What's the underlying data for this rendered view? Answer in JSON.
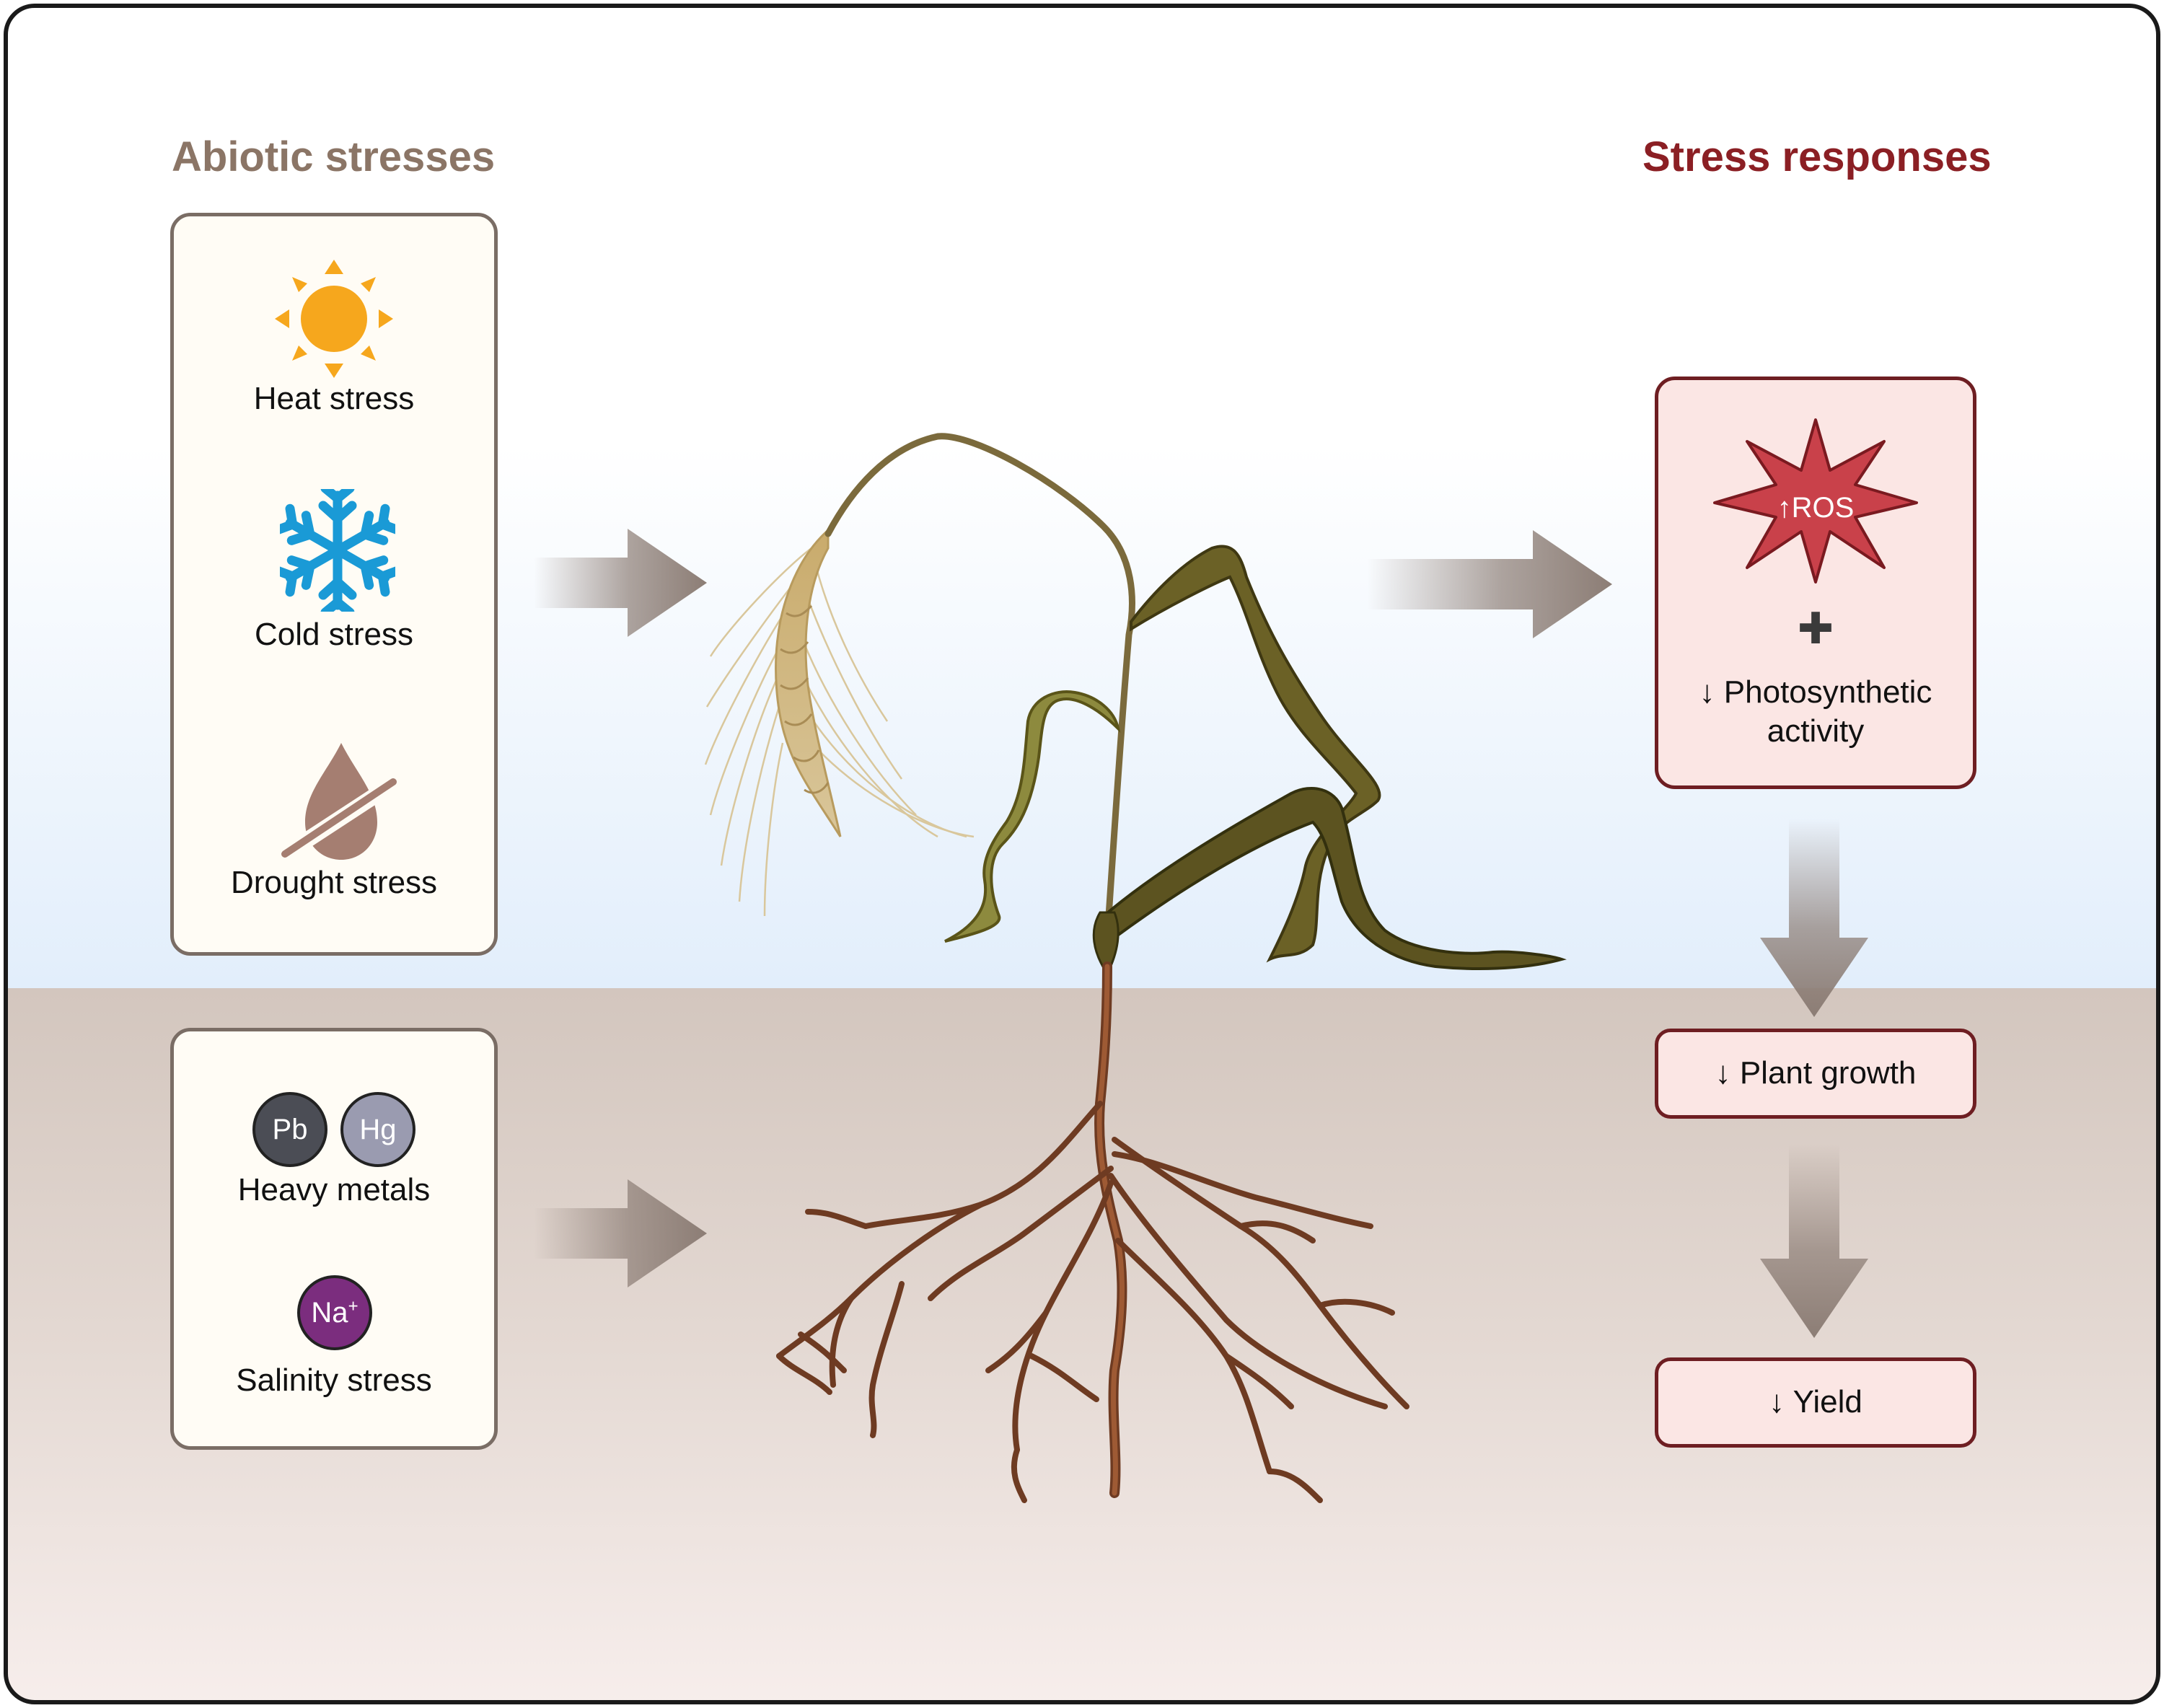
{
  "left_panel": {
    "title": "Abiotic stresses",
    "above_ground": [
      {
        "label": "Heat stress",
        "icon": "sun-icon"
      },
      {
        "label": "Cold stress",
        "icon": "snowflake-icon"
      },
      {
        "label": "Drought stress",
        "icon": "no-water-drop-icon"
      }
    ],
    "below_ground": {
      "metals": [
        {
          "symbol": "Pb",
          "color": "#4b4d55"
        },
        {
          "symbol": "Hg",
          "color": "#9a9bb0"
        }
      ],
      "heavy_metals_label": "Heavy metals",
      "sodium_symbol": "Na",
      "sodium_charge": "+",
      "salinity_label": "Salinity stress"
    }
  },
  "right_panel": {
    "title": "Stress responses",
    "ros_label": "↑ROS",
    "plus_sign": "✚",
    "photosynthesis_label": "↓ Photosynthetic activity",
    "growth_label": "↓ Plant growth",
    "yield_label": "↓ Yield"
  },
  "colors": {
    "abiotic_title": "#8b7566",
    "response_title": "#8b1f24",
    "sun": "#f6a71d",
    "snowflake": "#1a9ad6",
    "drought_drop": "#a57e71",
    "ros_burst": "#c9414a",
    "sodium": "#7b2d7e",
    "response_box_fill": "#fbe6e4",
    "response_box_border": "#6e1e22",
    "stress_box_fill": "#fffcf5",
    "stress_box_border": "#7a6d65",
    "soil": "#d5c9c2",
    "sky": "#e2eefb"
  }
}
